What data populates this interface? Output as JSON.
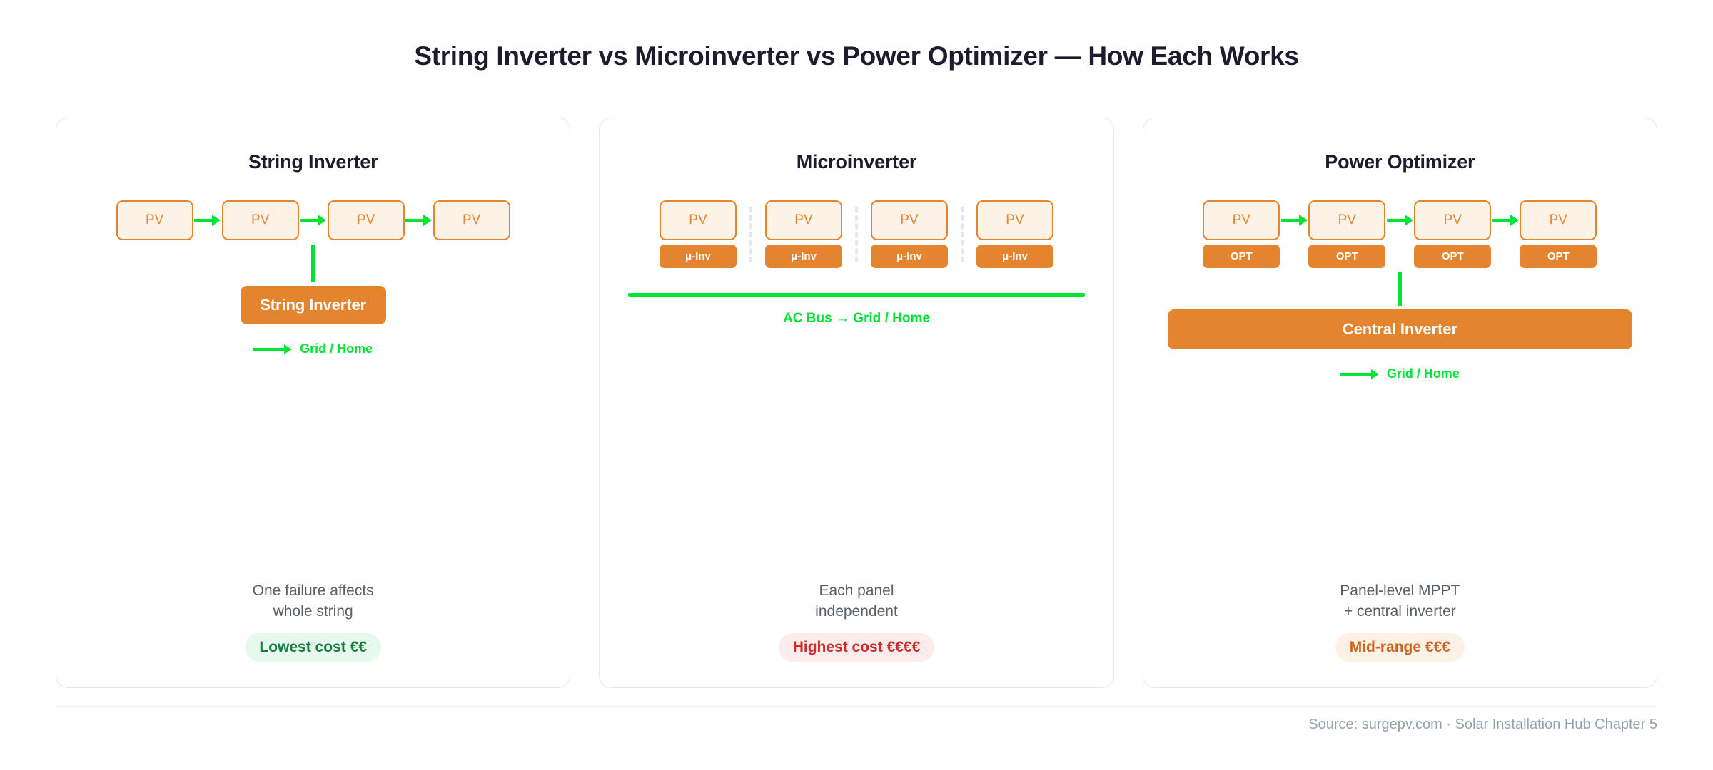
{
  "header": {
    "title": "String Inverter vs Microinverter vs Power Optimizer — How Each Works"
  },
  "panels": [
    {
      "title": "String Inverter",
      "pv_label": "PV",
      "pv_count": 4,
      "inverter_label": "String Inverter",
      "legend_text": "Grid / Home",
      "caption": "One failure affects\nwhole string",
      "badge": "Lowest cost €€",
      "badge_style": "green"
    },
    {
      "title": "Microinverter",
      "pv_label": "PV",
      "pv_count": 4,
      "device_label": "μ-Inv",
      "bus_caption": "AC Bus → Grid / Home",
      "caption": "Each panel\nindependent",
      "badge": "Highest cost €€€€",
      "badge_style": "red"
    },
    {
      "title": "Power Optimizer",
      "pv_label": "PV",
      "pv_count": 4,
      "device_label": "OPT",
      "inverter_label": "Central Inverter",
      "legend_text": "Grid / Home",
      "caption": "Panel-level MPPT\n+ central inverter",
      "badge": "Mid-range €€€",
      "badge_style": "orange"
    }
  ],
  "footer": {
    "source": "Source: surgepv.com · Solar Installation Hub Chapter 5"
  },
  "colors": {
    "orange": "#e5842f",
    "orange_fill": "#fdf2e6",
    "green": "#00e533",
    "title": "#1d1b2e",
    "caption": "#5c5f66",
    "card_border": "#e2e7f0"
  }
}
